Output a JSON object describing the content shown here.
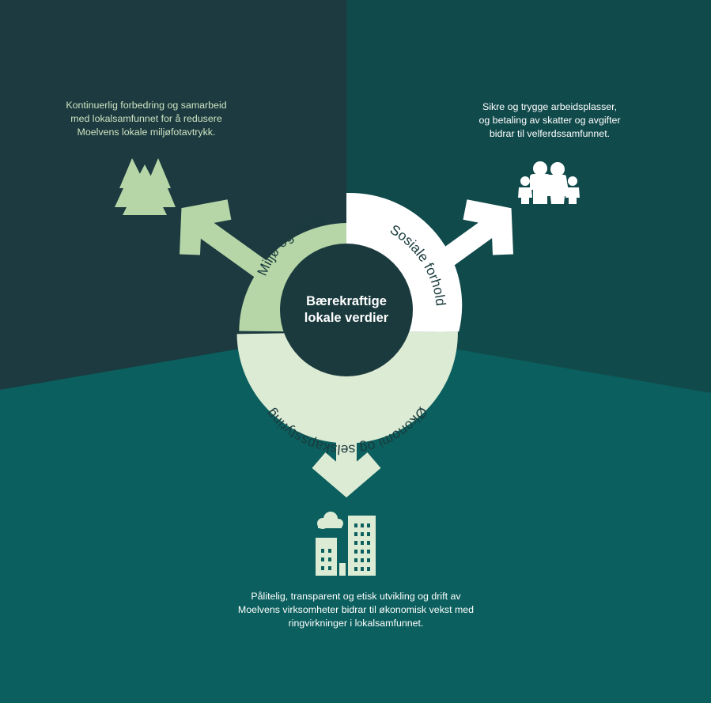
{
  "colors": {
    "top_left_panel": "#1c3a3f",
    "top_right_panel": "#114a4b",
    "bottom_panel": "#0b5f5e",
    "environment_green": "#b6d6a8",
    "social_white": "#ffffff",
    "economy_pale": "#dcebd4",
    "center_dark": "#1b3a3e"
  },
  "center": {
    "line1": "Bærekraftige",
    "line2": "lokale verdier"
  },
  "ring": {
    "environment": "Miljø og klima",
    "social": "Sosiale forhold",
    "economy": "Økonomi og selskapsstyring"
  },
  "captions": {
    "environment": "Kontinuerlig forbedring og samarbeid\nmed lokalsamfunnet for å redusere\nMoelvens lokale miljøfotavtrykk.",
    "social": "Sikre og trygge arbeidsplasser,\nog betaling av skatter og avgifter\nbidrar til velferdssamfunnet.",
    "economy": "Pålitelig, transparent og etisk utvikling og drift av\nMoelvens virksomheter bidrar til økonomisk vekst med\nringvirkninger i lokalsamfunnet."
  },
  "icons": {
    "environment": "trees-icon",
    "social": "family-icon",
    "economy": "factory-building-icon"
  }
}
